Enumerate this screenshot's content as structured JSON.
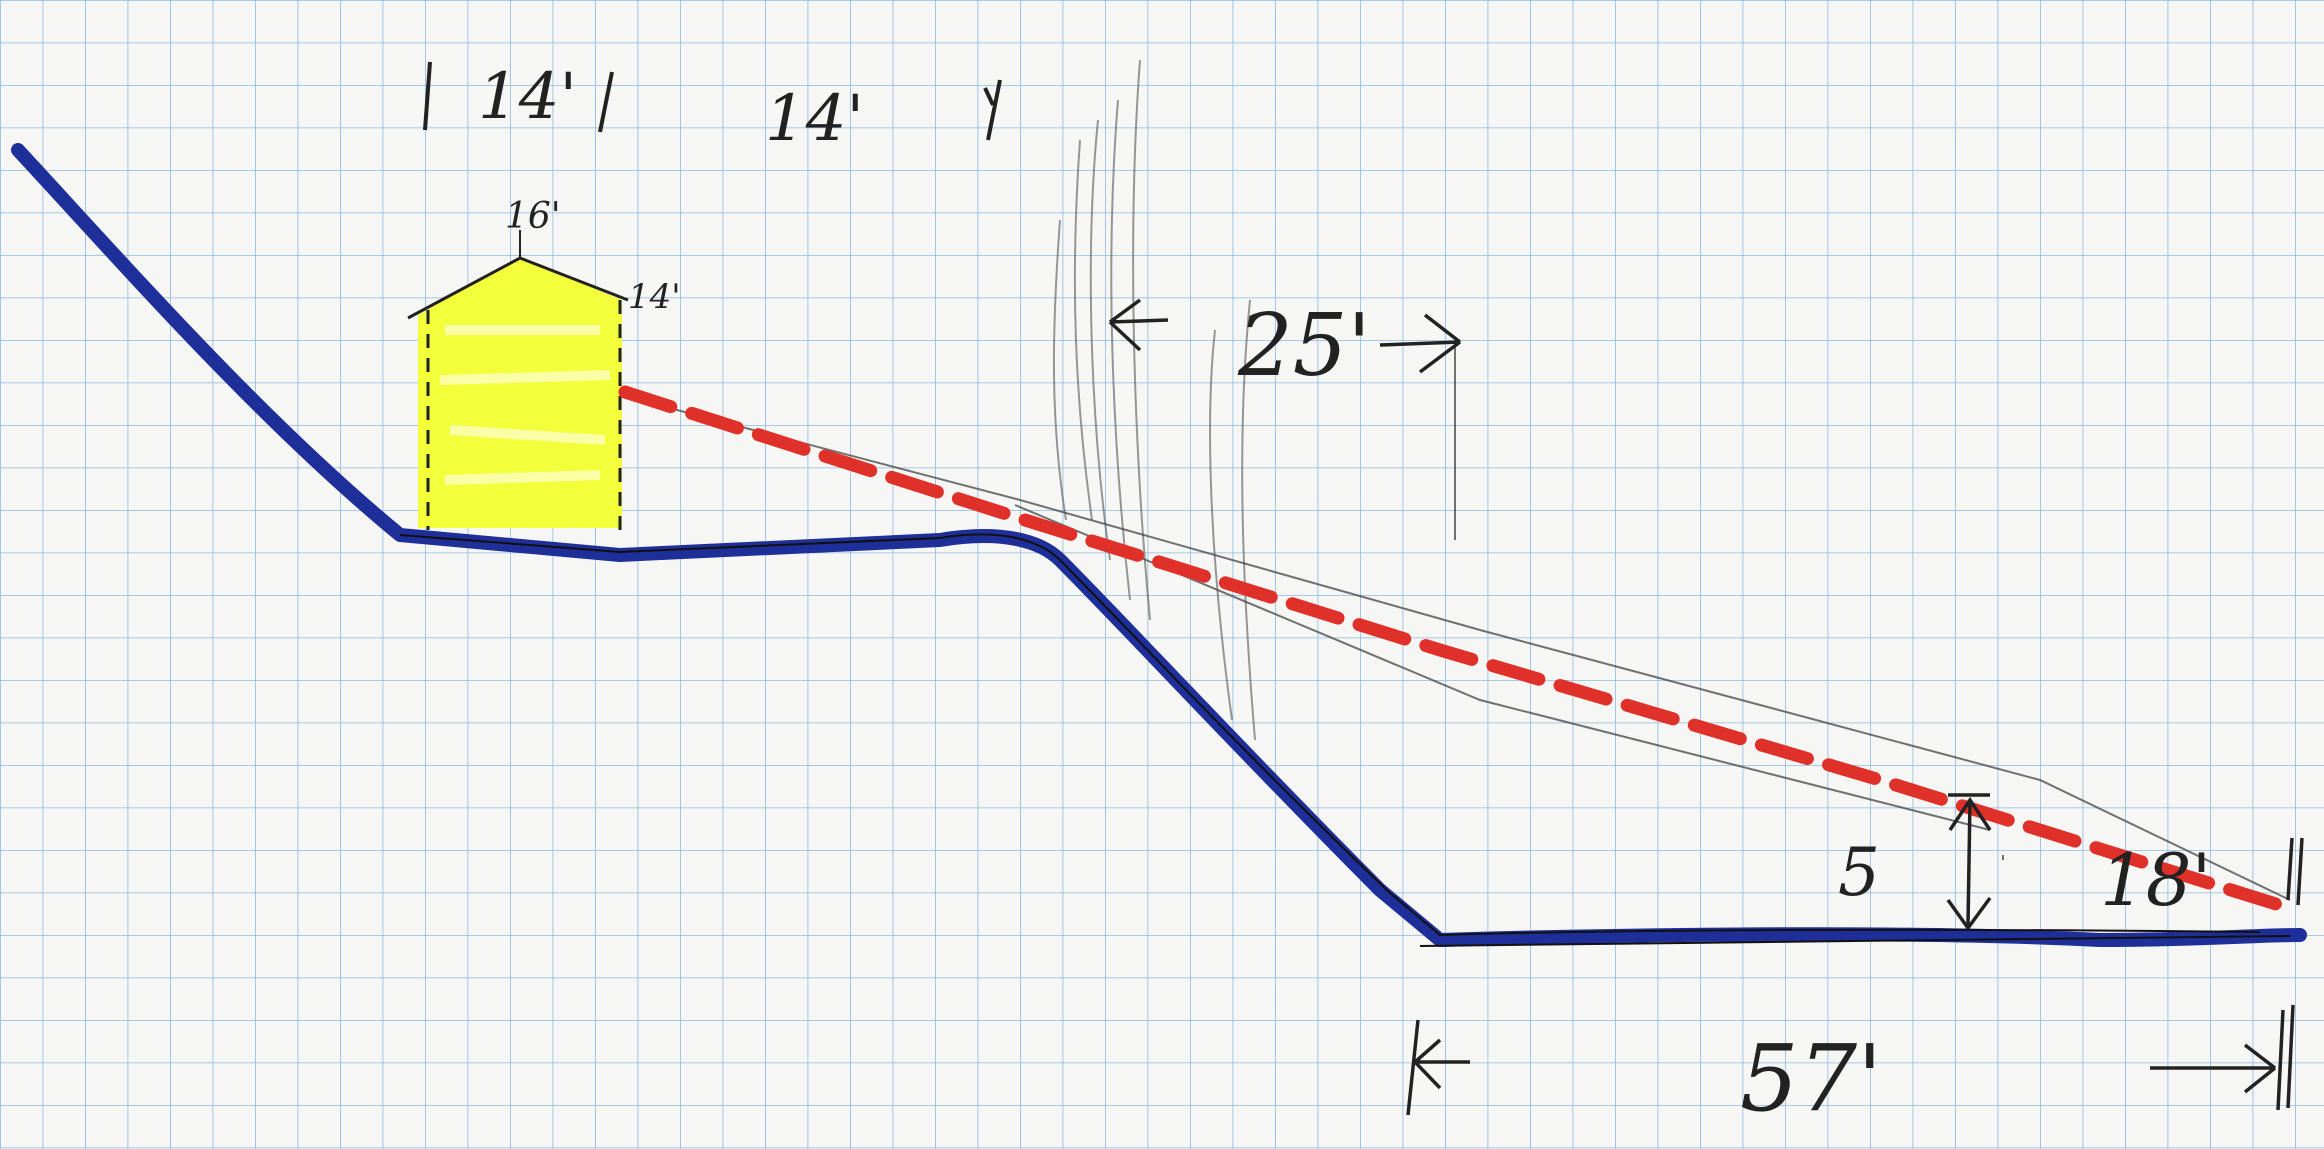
{
  "colors": {
    "paper": "#f6f7f4",
    "grid": "#8fb8e0",
    "ground": "#1f2f9a",
    "structure_fill": "#f3ff3a",
    "sightline": "#e0302a",
    "pencil": "#333333"
  },
  "labels": {
    "width_left": "14'",
    "width_right": "14'",
    "ridge_height": "16'",
    "eave_height": "14'",
    "horizontal_offset": "25'",
    "vertical_drop": "5",
    "height_at_end": "18'",
    "base_length": "57'"
  }
}
